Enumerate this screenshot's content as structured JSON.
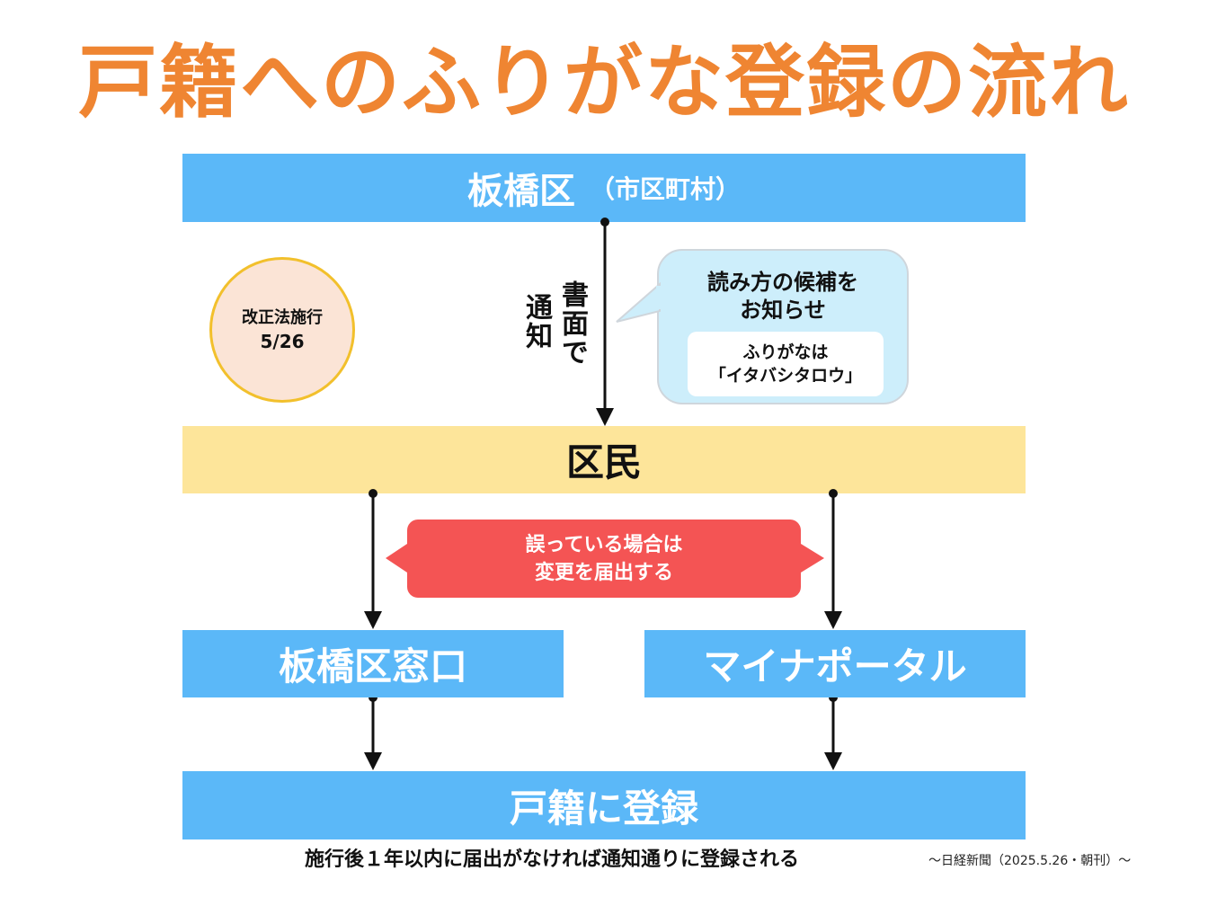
{
  "title": "戸籍へのふりがな登録の流れ",
  "top_bar": {
    "label": "板橋区",
    "sub": "（市区町村）"
  },
  "circle": {
    "line1": "改正法施行",
    "line2": "5/26"
  },
  "vertical_label": {
    "col1": "書面で",
    "col2": "通知"
  },
  "bubble": {
    "line1": "読み方の候補を",
    "line2": "お知らせ",
    "inner_line1": "ふりがなは",
    "inner_line2": "「イタバシタロウ」"
  },
  "mid_bar": {
    "label": "区民"
  },
  "red_box": {
    "line1": "誤っている場合は",
    "line2": "変更を届出する"
  },
  "left_bar": {
    "label": "板橋区窓口"
  },
  "right_bar": {
    "label": "マイナポータル"
  },
  "bottom_bar": {
    "label": "戸籍に登録"
  },
  "footer": "施行後１年以内に届出がなければ通知通りに登録される",
  "source": "～日経新聞（2025.5.26・朝刊）～",
  "colors": {
    "title": "#ef8532",
    "blue_bar": "#5bb8f8",
    "yellow_bar": "#fde59a",
    "red_box": "#f45454",
    "bubble": "#cdeefb",
    "circle_fill": "#fbe4d6",
    "circle_border": "#f2c02c"
  }
}
